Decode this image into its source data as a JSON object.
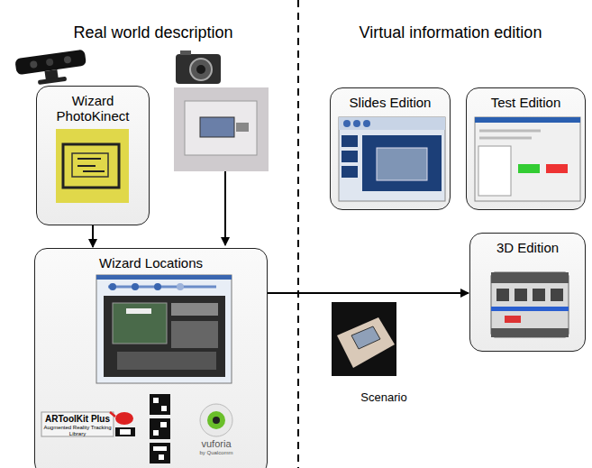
{
  "diagram": {
    "nodes": [
      {
        "text": [
          "Wizard PhotoKinect"
        ]
      },
      {
        "text": [
          "Wizard Locations"
        ]
      },
      {
        "text": [
          "Slides Edition"
        ]
      },
      {
        "text": [
          "Test Edition"
        ]
      },
      {
        "text": [
          "3D Edition"
        ]
      }
    ],
    "edges": [
      {
        "from": 0,
        "to": 1,
        "arrow": "to"
      },
      {
        "from": 1,
        "to": 4,
        "arrow": "to"
      }
    ],
    "labels": [
      "Real world description",
      "Virtual information edition",
      "ARToolKit Plus",
      "Augmented Reality Tracking Library",
      "vuforia",
      "by Qualcomm",
      "Scenario"
    ]
  }
}
